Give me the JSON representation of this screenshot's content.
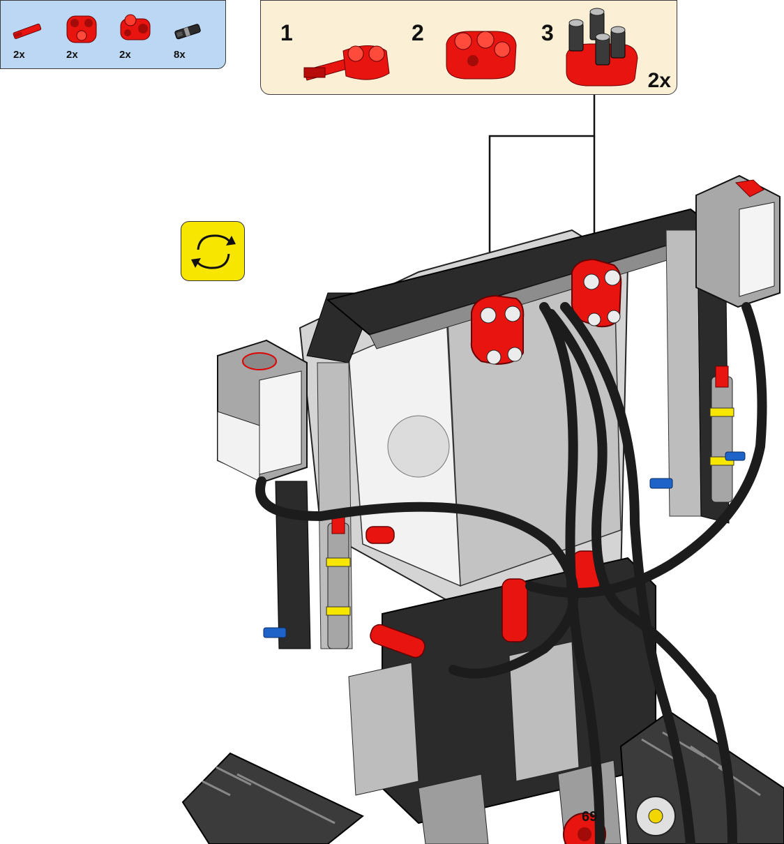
{
  "parts_list": {
    "items": [
      {
        "icon": "red-axle-pin-icon",
        "quantity": "2x"
      },
      {
        "icon": "red-double-connector-icon",
        "quantity": "2x"
      },
      {
        "icon": "red-cross-connector-icon",
        "quantity": "2x"
      },
      {
        "icon": "black-pin-icon",
        "quantity": "8x"
      }
    ]
  },
  "submodel": {
    "steps": [
      {
        "number": "1",
        "icon": "sub-step-1-assembly-icon"
      },
      {
        "number": "2",
        "icon": "sub-step-2-assembly-icon"
      },
      {
        "number": "3",
        "icon": "sub-step-3-assembly-icon"
      }
    ],
    "multiplier": "2x"
  },
  "rotate_icon": "rotate-model-icon",
  "page_number": "69",
  "colors": {
    "parts_bg": "#bcd7f3",
    "submodel_bg": "#fbefd6",
    "rotate_bg": "#f6e600",
    "lego_red": "#e8140f",
    "beam_black": "#2b2b2b",
    "light_gray": "#c9c9c9"
  }
}
